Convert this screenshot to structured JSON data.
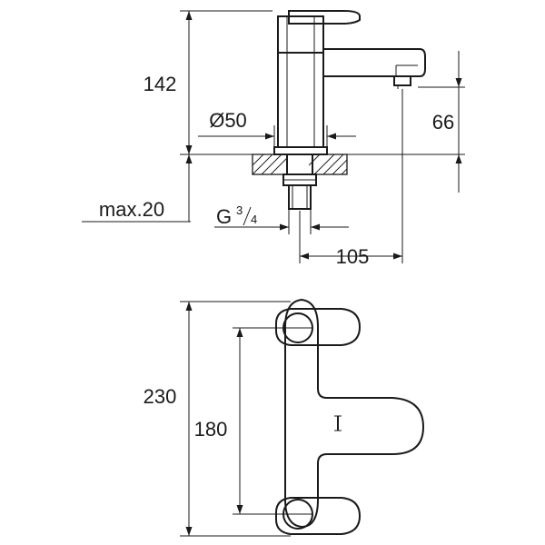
{
  "side_view": {
    "height_total": "142",
    "spout_height": "66",
    "base_diameter": "Ø50",
    "max_thickness": "max.20",
    "thread": {
      "prefix": "G",
      "numerator": "3",
      "denominator": "4"
    },
    "projection": "105"
  },
  "top_view": {
    "overall_length": "230",
    "center_distance": "180"
  }
}
